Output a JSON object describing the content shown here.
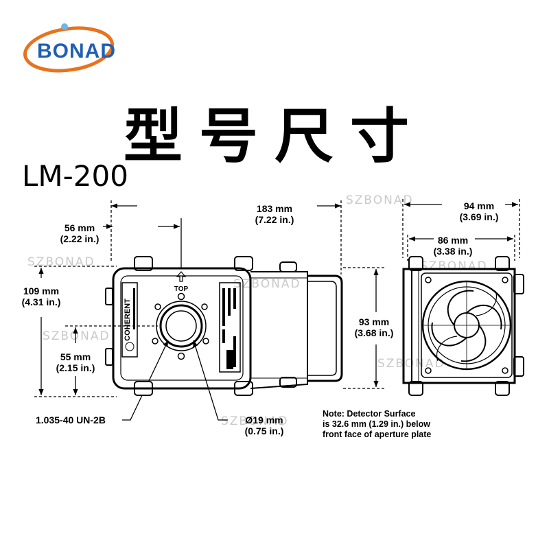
{
  "logo": {
    "text": "BONAD"
  },
  "title": "型号尺寸",
  "model": "LM-200",
  "dimensions": {
    "width_mm": "183 mm",
    "width_in": "(7.22 in.)",
    "side_width_mm": "94 mm",
    "side_width_in": "(3.69 in.)",
    "fan_width_mm": "86 mm",
    "fan_width_in": "(3.38 in.)",
    "offset_mm": "56 mm",
    "offset_in": "(2.22 in.)",
    "height_mm": "109 mm",
    "height_in": "(4.31 in.)",
    "center_height_mm": "55 mm",
    "center_height_in": "(2.15 in.)",
    "body_height_mm": "93 mm",
    "body_height_in": "(3.68 in.)",
    "thread": "1.035-40 UN-2B",
    "aperture_mm": "Ø19 mm",
    "aperture_in": "(0.75 in.)"
  },
  "device": {
    "brand_label": "COHERENT",
    "top_label": "TOP"
  },
  "note": {
    "line1": "Note: Detector Surface",
    "line2": "is 32.6 mm (1.29 in.) below",
    "line3": "front face of aperture plate"
  },
  "watermark": "SZBONAD"
}
